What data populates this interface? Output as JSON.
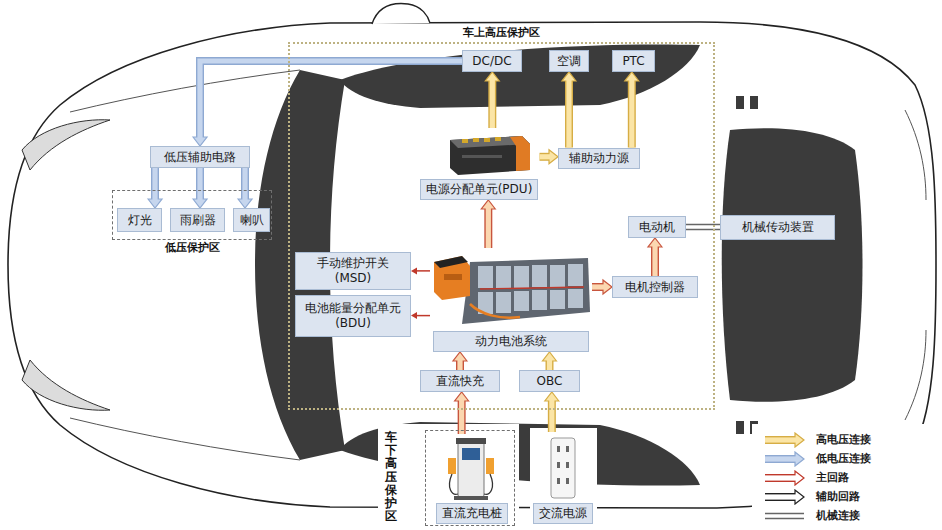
{
  "diagram": {
    "nodes": [
      {
        "text": [
          "车上高压保护区"
        ]
      },
      {
        "text": [
          "DC/DC"
        ],
        "in": 0
      },
      {
        "text": [
          "空调"
        ],
        "in": 0
      },
      {
        "text": [
          "PTC"
        ],
        "in": 0
      },
      {
        "text": [
          "低压辅助电路"
        ]
      },
      {
        "text": [
          "电源分配单元(PDU)"
        ],
        "in": 0
      },
      {
        "text": [
          "辅助动力源"
        ],
        "in": 0
      },
      {
        "text": [
          "低压保护区"
        ]
      },
      {
        "text": [
          "灯光"
        ],
        "in": 7
      },
      {
        "text": [
          "雨刷器"
        ],
        "in": 7
      },
      {
        "text": [
          "喇叭"
        ],
        "in": 7
      },
      {
        "text": [
          "电动机"
        ],
        "in": 0
      },
      {
        "text": [
          "机械传动装置"
        ]
      },
      {
        "text": [
          "手动维护开关 (MSD)"
        ],
        "in": 0
      },
      {
        "text": [
          "电机控制器"
        ],
        "in": 0
      },
      {
        "text": [
          "电池能量分配单元 (BDU)"
        ],
        "in": 0
      },
      {
        "text": [
          "动力电池系统"
        ],
        "in": 0
      },
      {
        "text": [
          "直流快充"
        ],
        "in": 0
      },
      {
        "text": [
          "OBC"
        ],
        "in": 0
      },
      {
        "text": [
          "车下高压保护区"
        ]
      },
      {
        "text": [
          "直流充电桩"
        ],
        "in": 19
      },
      {
        "text": [
          "交流电源"
        ]
      }
    ],
    "edges": [
      {
        "from": 1,
        "to": 4,
        "arrow": "to"
      },
      {
        "from": 4,
        "to": 8,
        "arrow": "to"
      },
      {
        "from": 4,
        "to": 9,
        "arrow": "to"
      },
      {
        "from": 4,
        "to": 10,
        "arrow": "to"
      },
      {
        "from": 5,
        "to": 1,
        "arrow": "to"
      },
      {
        "from": 6,
        "to": 2,
        "arrow": "to"
      },
      {
        "from": 6,
        "to": 3,
        "arrow": "to"
      },
      {
        "from": 5,
        "to": 6,
        "arrow": "to"
      },
      {
        "from": 16,
        "to": 5,
        "arrow": "to"
      },
      {
        "from": 16,
        "to": 13,
        "arrow": "to"
      },
      {
        "from": 16,
        "to": 15,
        "arrow": "to"
      },
      {
        "from": 16,
        "to": 14,
        "arrow": "to"
      },
      {
        "from": 14,
        "to": 11,
        "arrow": "to"
      },
      {
        "from": 11,
        "to": 12,
        "arrow": "none"
      },
      {
        "from": 17,
        "to": 16,
        "arrow": "to"
      },
      {
        "from": 18,
        "to": 16,
        "arrow": "to"
      },
      {
        "from": 20,
        "to": 17,
        "arrow": "to"
      },
      {
        "from": 21,
        "to": 18,
        "arrow": "to"
      }
    ],
    "legend": [
      {
        "text": "高电压连接"
      },
      {
        "text": "低电压连接"
      },
      {
        "text": "主回路"
      },
      {
        "text": "辅助回路"
      },
      {
        "text": "机械连接"
      }
    ]
  }
}
